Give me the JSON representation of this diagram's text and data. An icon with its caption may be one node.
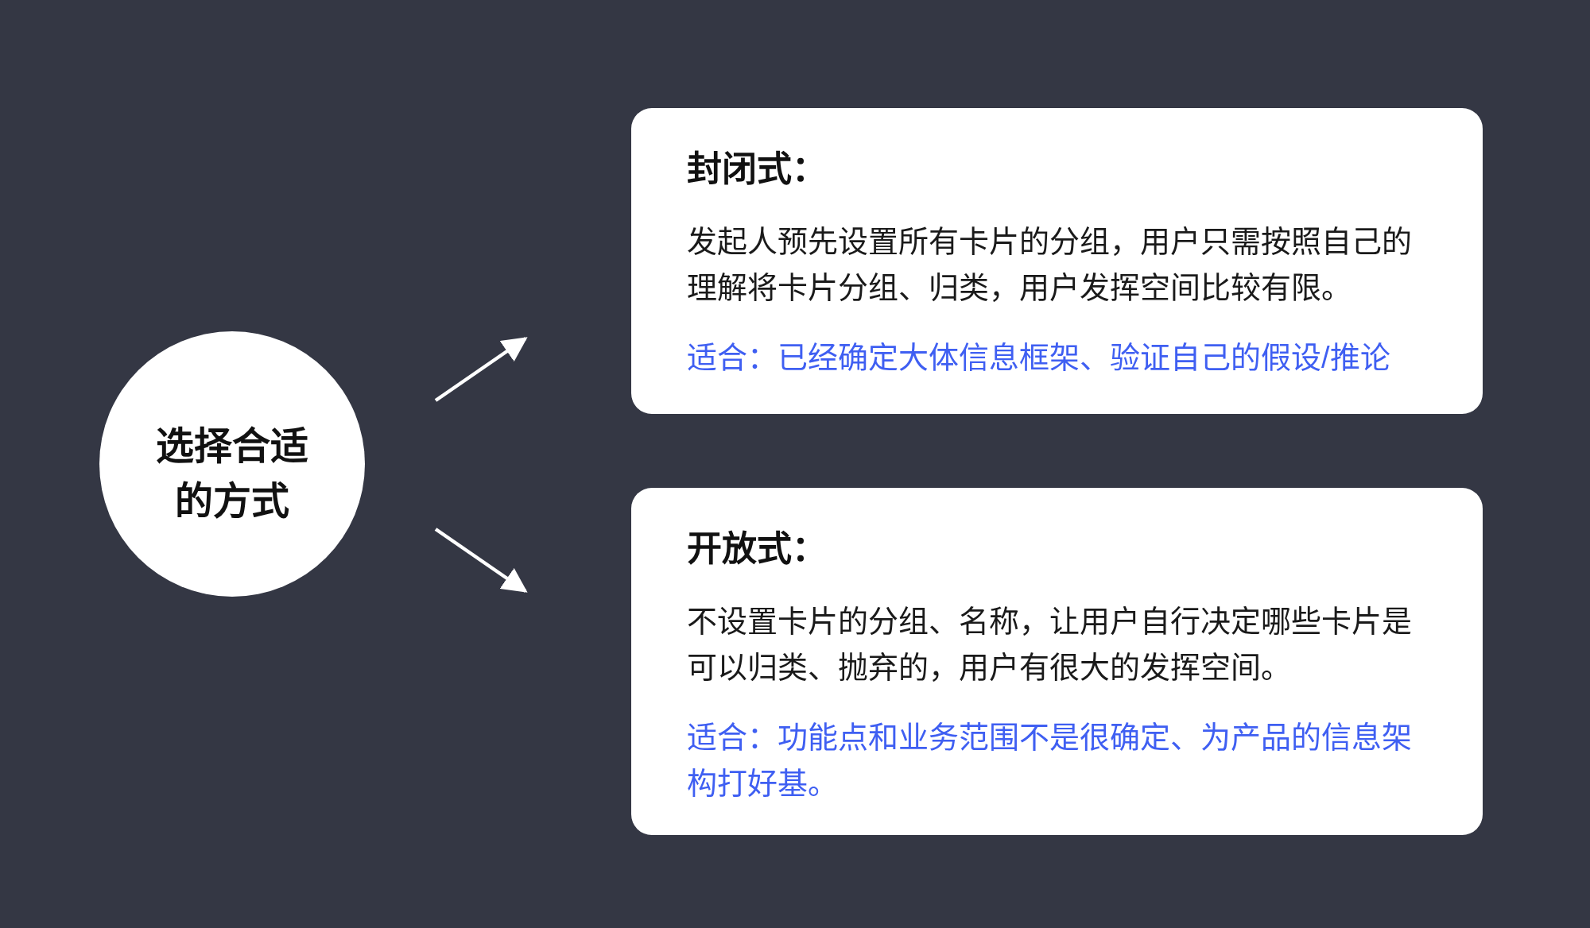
{
  "diagram": {
    "nodes": [
      {
        "text": [
          "选择合适的方式"
        ]
      },
      {
        "text": [
          "封闭式：",
          "发起人预先设置所有卡片的分组，用户只需按照自己的理解将卡片分组、归类，用户发挥空间比较有限。",
          "适合：已经确定大体信息框架、验证自己的假设/推论"
        ]
      },
      {
        "text": [
          "开放式：",
          "不设置卡片的分组、名称，让用户自行决定哪些卡片是可以归类、抛弃的，用户有很大的发挥空间。",
          "适合：功能点和业务范围不是很确定、为产品的信息架构打好基。"
        ]
      }
    ],
    "edges": [
      {
        "from": 0,
        "to": 1,
        "arrow": "to"
      },
      {
        "from": 0,
        "to": 2,
        "arrow": "to"
      }
    ]
  }
}
